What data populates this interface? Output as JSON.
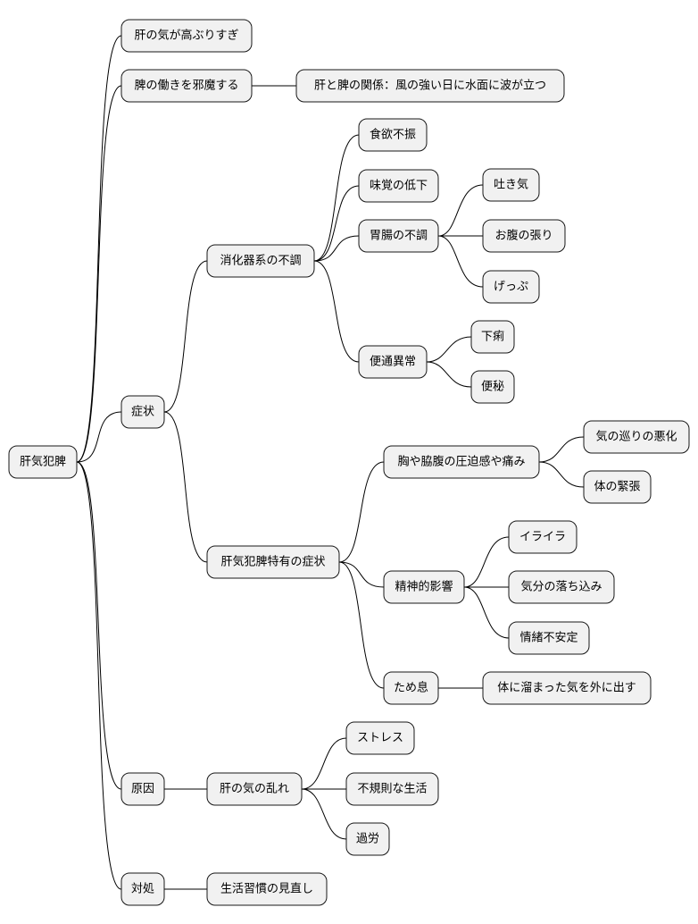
{
  "mindmap": {
    "root": "肝気犯脾",
    "n1": "肝の気が高ぶりすぎ",
    "n2": "脾の働きを邪魔する",
    "n2a": "肝と脾の関係：風の強い日に水面に波が立つ",
    "n3": "症状",
    "n3a": "消化器系の不調",
    "n3a1": "食欲不振",
    "n3a2": "味覚の低下",
    "n3a3": "胃腸の不調",
    "n3a3a": "吐き気",
    "n3a3b": "お腹の張り",
    "n3a3c": "げっぷ",
    "n3a4": "便通異常",
    "n3a4a": "下痢",
    "n3a4b": "便秘",
    "n3b": "肝気犯脾特有の症状",
    "n3b1": "胸や脇腹の圧迫感や痛み",
    "n3b1a": "気の巡りの悪化",
    "n3b1b": "体の緊張",
    "n3b2": "精神的影響",
    "n3b2a": "イライラ",
    "n3b2b": "気分の落ち込み",
    "n3b2c": "情緒不安定",
    "n3b3": "ため息",
    "n3b3a": "体に溜まった気を外に出す",
    "n4": "原因",
    "n4a": "肝の気の乱れ",
    "n4a1": "ストレス",
    "n4a2": "不規則な生活",
    "n4a3": "過労",
    "n5": "対処",
    "n5a": "生活習慣の見直し"
  }
}
